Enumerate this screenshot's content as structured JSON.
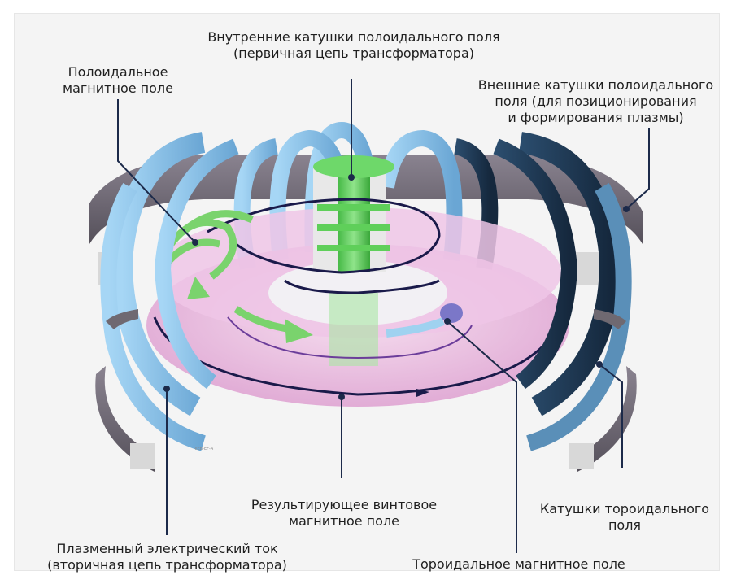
{
  "labels": {
    "inner_coils": [
      "Внутренние катушки полоидального поля",
      "(первичная цепь трансформатора)"
    ],
    "poloidal_field": [
      "Полоидальное",
      "магнитное поле"
    ],
    "outer_coils": [
      "Внешние катушки полоидального",
      "поля (для позиционирования",
      "и формирования плазмы)"
    ],
    "helical_field": [
      "Результирующее винтовое",
      "магнитное поле"
    ],
    "toroidal_coils": [
      "Катушки тороидального",
      "поля"
    ],
    "plasma_current": [
      "Плазменный электрический ток",
      "(вторичная цепь трансформатора)"
    ],
    "toroidal_field": [
      "Тороидальное магнитное поле"
    ],
    "tiny_mark": "-IIEB-EF-A"
  },
  "colors": {
    "coil_light": "#8cc4ea",
    "coil_dark": "#1f3b58",
    "plasma": "#e9b6dd",
    "solenoid": "#5fd05f",
    "arrow_green": "#7ad36d",
    "field_line": "#1a1a4a",
    "outer_ring": "#6f6971"
  }
}
